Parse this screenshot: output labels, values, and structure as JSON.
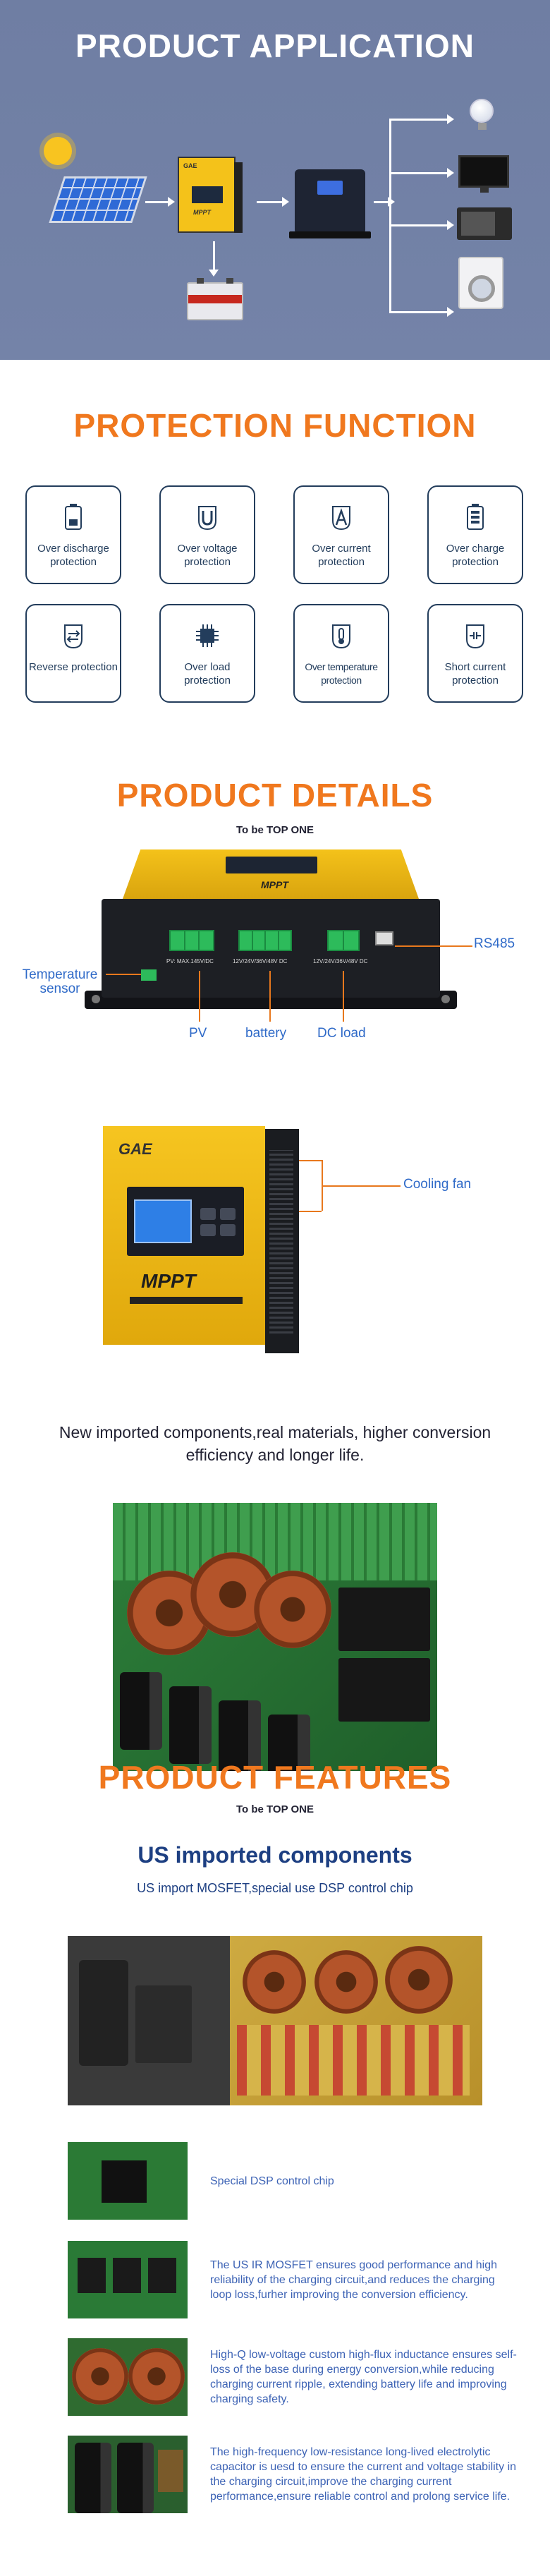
{
  "application": {
    "title": "PRODUCT APPLICATION",
    "controller_logo": "GAE",
    "controller_screen_text": "MPPT"
  },
  "protection": {
    "title": "PROTECTION FUNCTION",
    "items": [
      {
        "icon": "battery-discharge-icon",
        "label": "Over discharge protection"
      },
      {
        "icon": "u-voltage-icon",
        "label": "Over voltage protection"
      },
      {
        "icon": "a-current-icon",
        "label": "Over current protection"
      },
      {
        "icon": "battery-charge-icon",
        "label": "Over charge protection"
      },
      {
        "icon": "reverse-icon",
        "label": "Reverse protection"
      },
      {
        "icon": "chip-load-icon",
        "label": "Over load protection"
      },
      {
        "icon": "thermometer-icon",
        "label": "Over temperature protection"
      },
      {
        "icon": "short-circuit-icon",
        "label": "Short current protection"
      }
    ]
  },
  "details": {
    "title": "PRODUCT DETAILS",
    "tagline": "To be TOP ONE",
    "front_screen_label": "MPPT",
    "terminal_labels": [
      "PV: MAX.145V/DC",
      "12V/24V/36V/48V DC",
      "12V/24V/36V/48V DC"
    ],
    "callouts": {
      "temperature_sensor": "Temperature sensor",
      "rs485": "RS485",
      "pv": "PV",
      "battery": "battery",
      "dc_load": "DC load",
      "cooling_fan": "Cooling fan"
    },
    "side_logo": "GAE",
    "side_brand": "MPPT",
    "description_line1": "New imported components,real materials, higher conversion",
    "description_line2": "efficiency and longer life."
  },
  "features": {
    "title": "PRODUCT FEATURES",
    "tagline": "To be TOP ONE",
    "heading": "US imported components",
    "subheading": "US import MOSFET,special use DSP control chip",
    "rows": [
      {
        "text": "Special DSP control chip"
      },
      {
        "text": "The US IR MOSFET ensures good performance and high reliability of the charging circuit,and reduces the charging loop loss,furher improving the conversion efficiency."
      },
      {
        "text": "High-Q low-voltage custom high-flux inductance ensures self-loss of the base during energy conversion,while reducing charging current ripple, extending battery life and improving charging safety."
      },
      {
        "text": "The high-frequency low-resistance long-lived electrolytic capacitor is uesd to ensure the current and voltage stability in the charging circuit,improve the charging current performance,ensure reliable control and prolong service life."
      }
    ]
  },
  "colors": {
    "accent_orange": "#f0781e",
    "navy": "#233d5c",
    "feature_blue": "#1d3f82",
    "hero_bg": "#7080a5",
    "controller_yellow": "#f4c21a"
  }
}
